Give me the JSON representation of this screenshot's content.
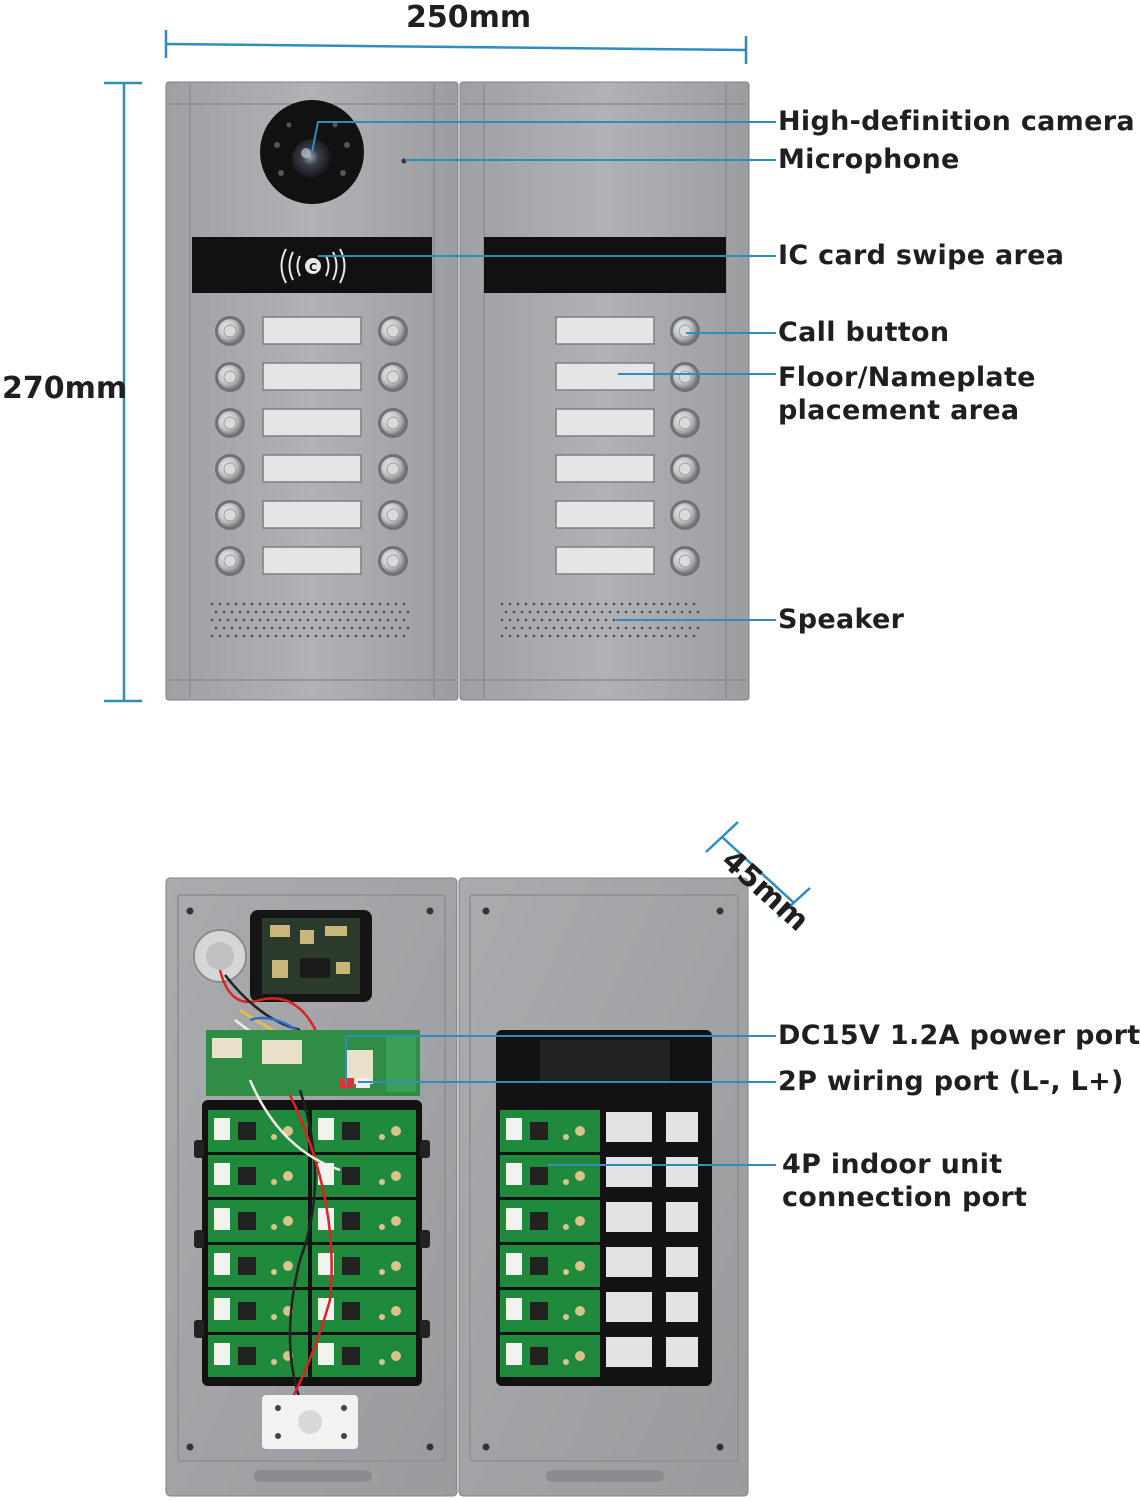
{
  "dimensions": {
    "width": "250mm",
    "height": "270mm",
    "depth": "45mm"
  },
  "front_labels": {
    "camera": "High-definition camera",
    "microphone": "Microphone",
    "ic_card": "IC card swipe area",
    "call_button": "Call button",
    "nameplate_line1": "Floor/Nameplate",
    "nameplate_line2": "placement area",
    "speaker": "Speaker"
  },
  "back_labels": {
    "power_port": "DC15V 1.2A power port",
    "wiring_port": "2P wiring port (L-, L+)",
    "indoor_port_line1": "4P indoor unit",
    "indoor_port_line2": "connection port"
  },
  "colors": {
    "dimension_line": "#2f8dbd",
    "callout_line": "#2f8dbd",
    "panel": "#a6a8ab",
    "panel_dark": "#8c8e91",
    "black_strip": "#111111",
    "pcb_green": "#1f8a3c",
    "text": "#1f1f1f"
  },
  "icons": [
    "camera-icon",
    "nfc-icon",
    "call-button-icon",
    "speaker-grille-icon"
  ]
}
